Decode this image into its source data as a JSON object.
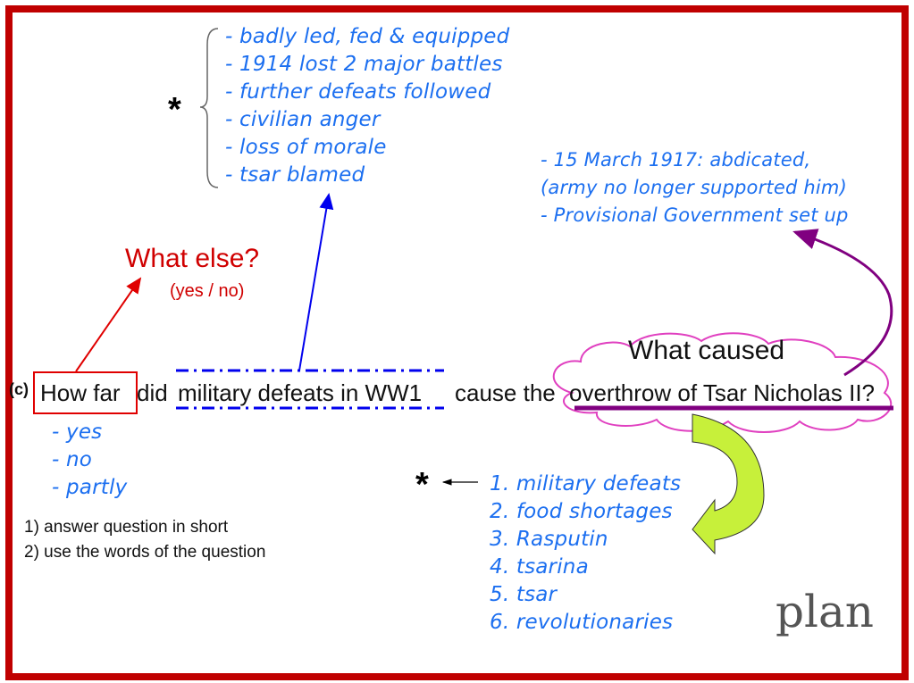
{
  "top_list": [
    "- badly led, fed & equipped",
    "- 1914 lost 2 major battles",
    "- further defeats followed",
    "- civilian anger",
    "- loss of morale",
    "- tsar blamed"
  ],
  "asterisk": "*",
  "right_list": [
    "- 15 March 1917: abdicated,",
    "(army no longer supported him)",
    "- Provisional Government set up"
  ],
  "what_else": "What else?",
  "yes_no": "(yes / no)",
  "question": {
    "label": "(c)",
    "how_far": "How far",
    "did": "did",
    "military": "military defeats in WW1",
    "cause": "cause the",
    "overthrow": "overthrow of Tsar Nicholas II?"
  },
  "cloud_text": "What caused",
  "answers": [
    "- yes",
    "- no",
    "- partly"
  ],
  "tips": [
    "1) answer question in short",
    "2) use the words of the question"
  ],
  "causes": [
    "1. military defeats",
    "2. food shortages",
    "3. Rasputin",
    "4. tsarina",
    "5. tsar",
    "6. revolutionaries"
  ],
  "plan": "plan",
  "colors": {
    "frame": "#c00000",
    "hand": "#1c6ff0",
    "red": "#e00000",
    "purple": "#800080",
    "cloud": "#e040c0",
    "green": "#ccff33"
  }
}
